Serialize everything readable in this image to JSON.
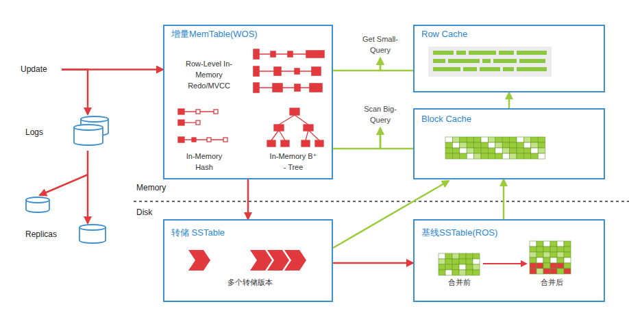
{
  "diagram": {
    "nodes": [
      {
        "text": [
          "Update"
        ]
      },
      {
        "text": [
          "增量MemTable(WOS)",
          "Row-Level In-Memory Redo/MVCC",
          "In-Memory Hash",
          "In-Memory B⁺ - Tree"
        ]
      },
      {
        "text": [
          "Get Small-Query"
        ]
      },
      {
        "text": [
          "Row Cache"
        ]
      },
      {
        "text": [
          "Logs"
        ]
      },
      {
        "text": [
          "Scan Big-Query"
        ]
      },
      {
        "text": [
          "Block Cache"
        ]
      },
      {
        "text": [
          "Replicas"
        ]
      },
      {
        "text": [
          "转储 SSTable",
          "多个转储版本"
        ]
      },
      {
        "text": [
          "基线SSTable(ROS)",
          "合并前",
          "合并后"
        ]
      }
    ],
    "edges": [
      {
        "from": 0,
        "to": 1,
        "arrow": "to"
      },
      {
        "from": 0,
        "to": 4,
        "arrow": "to"
      },
      {
        "from": 4,
        "to": 7,
        "arrow": "to"
      },
      {
        "from": 1,
        "to": 2,
        "arrow": "to"
      },
      {
        "from": 3,
        "to": 2,
        "arrow": "to"
      },
      {
        "from": 1,
        "to": 5,
        "arrow": "to"
      },
      {
        "from": 6,
        "to": 5,
        "arrow": "to"
      },
      {
        "from": 6,
        "to": 3,
        "arrow": "to"
      },
      {
        "from": 8,
        "to": 6,
        "arrow": "to"
      },
      {
        "from": 9,
        "to": 6,
        "arrow": "to"
      },
      {
        "from": 1,
        "to": 8,
        "arrow": "to"
      },
      {
        "from": 8,
        "to": 9,
        "arrow": "to"
      }
    ],
    "labels": [
      "Memory",
      "Disk"
    ]
  }
}
